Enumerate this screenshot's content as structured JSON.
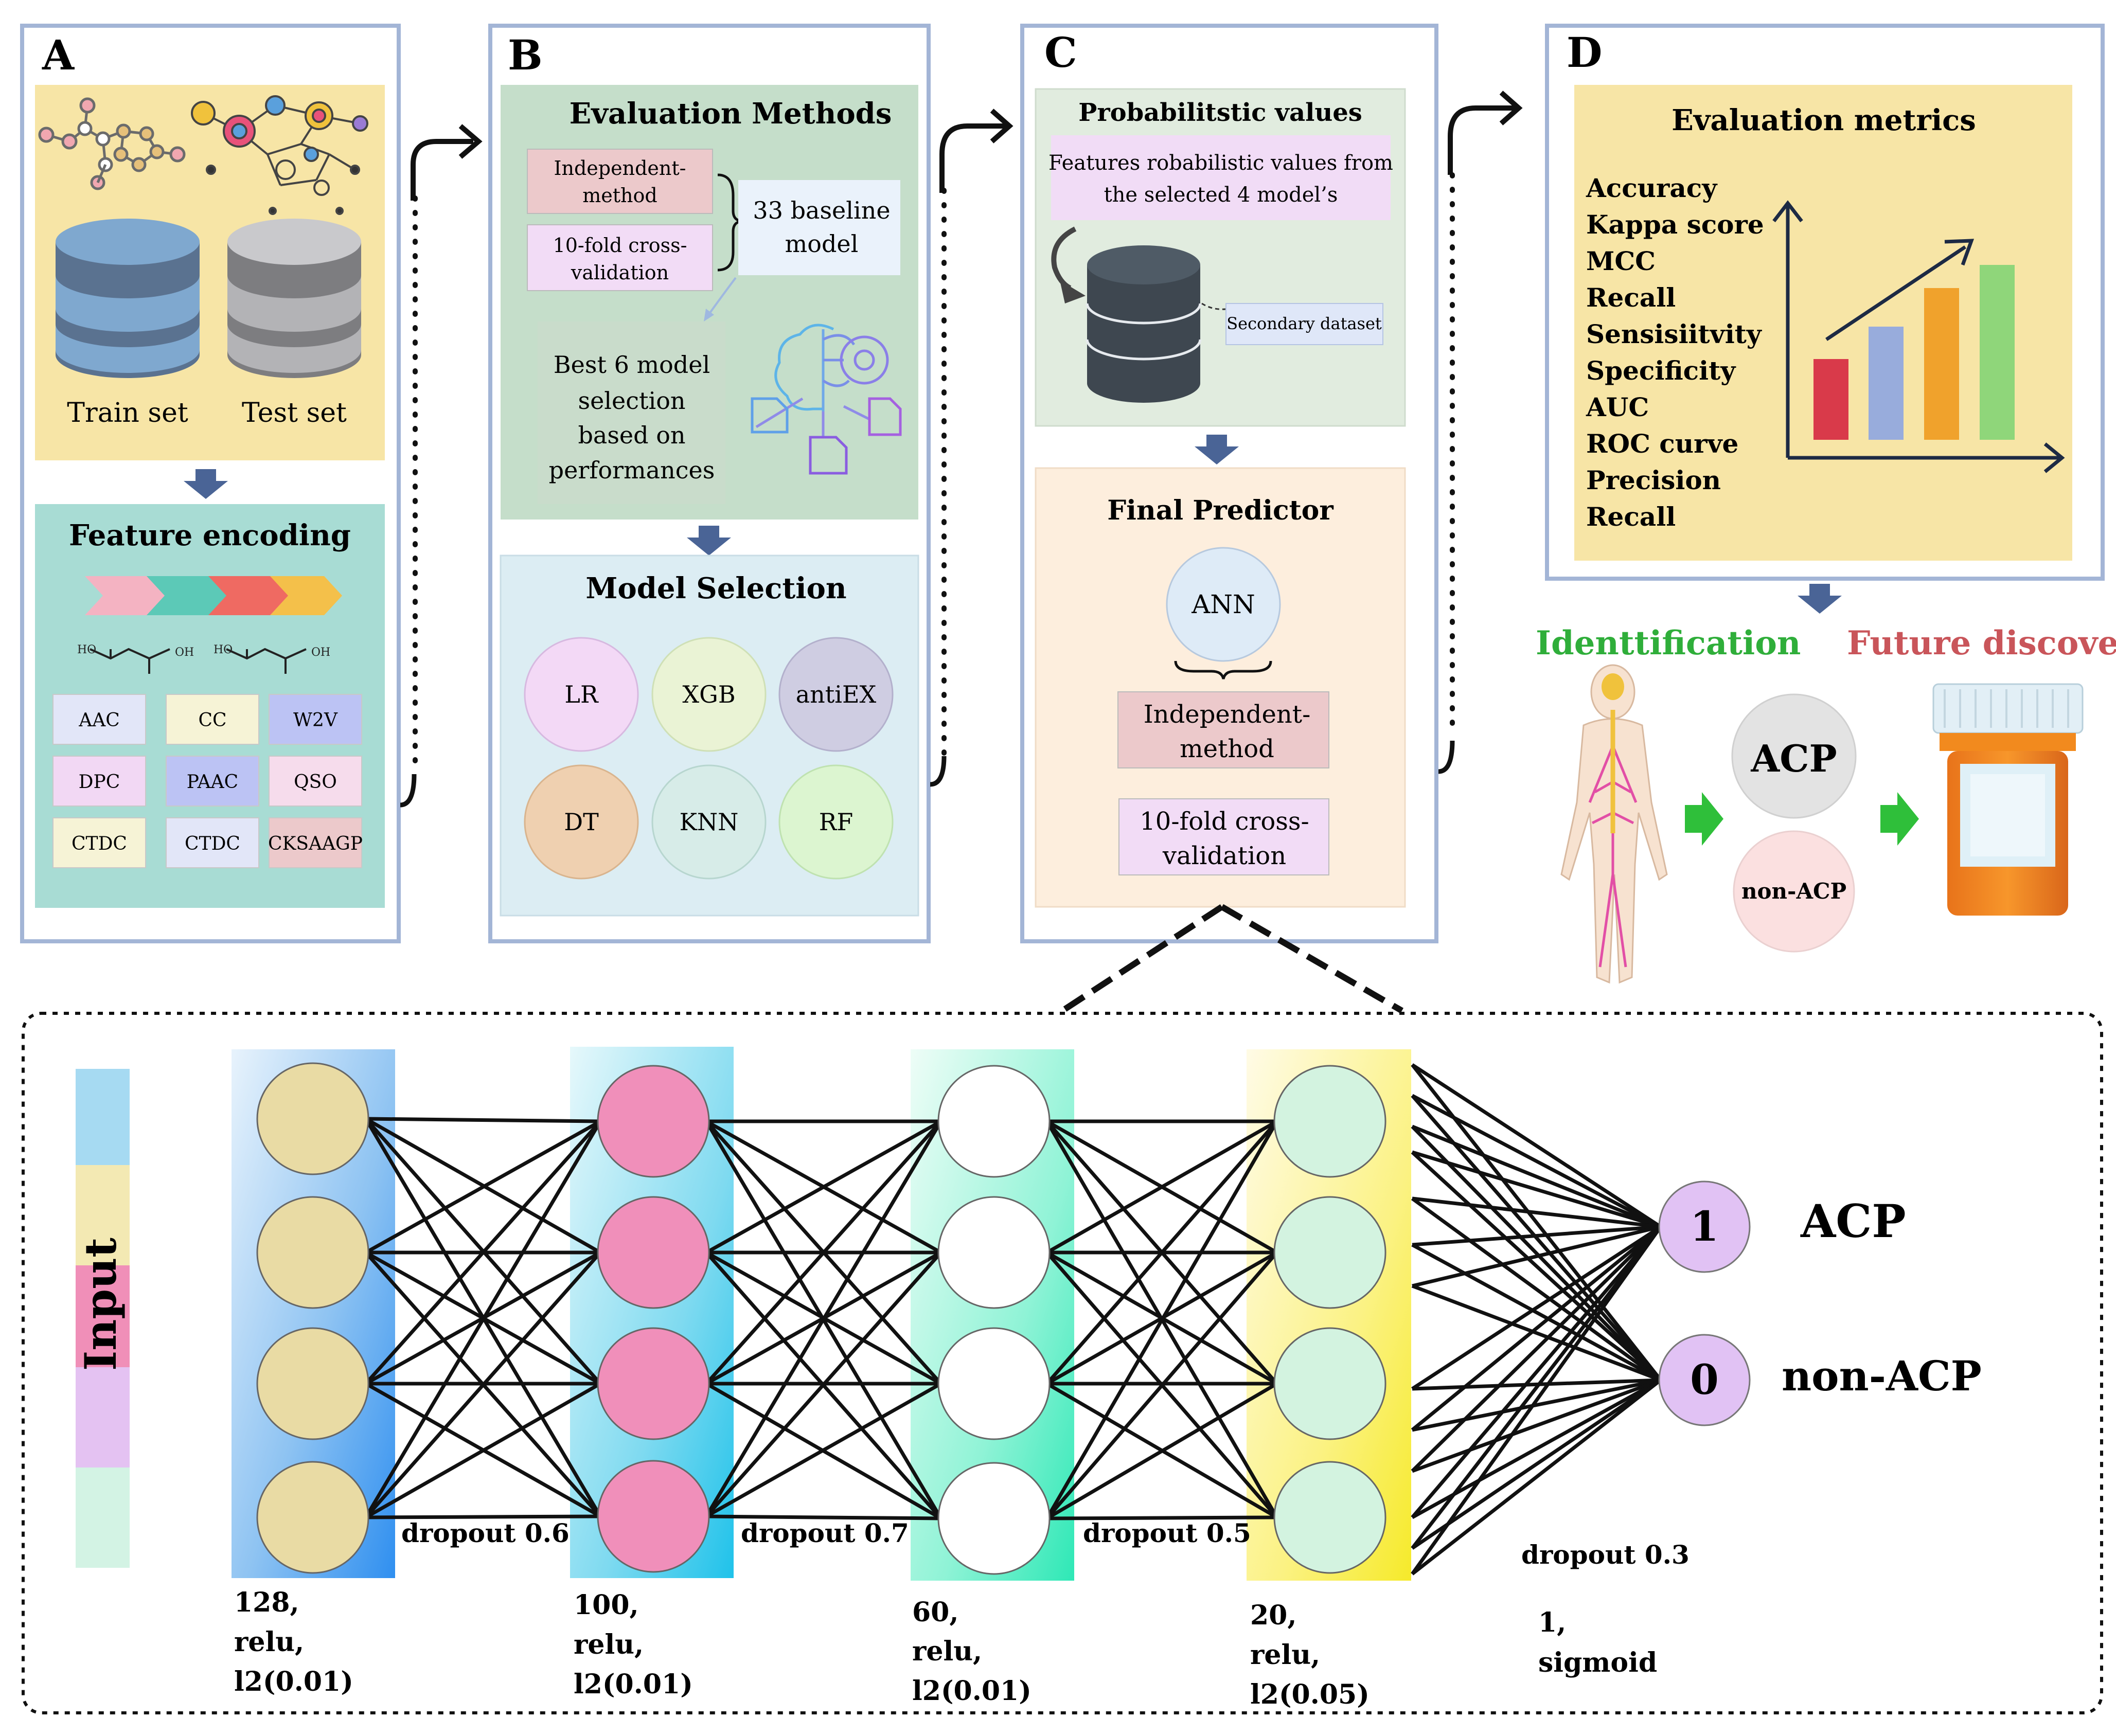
{
  "panel_a": {
    "letter": "A",
    "train_label": "Train set",
    "test_label": "Test set",
    "feature_title": "Feature encoding",
    "features": [
      "AAC",
      "CC",
      "W2V",
      "DPC",
      "PAAC",
      "QSO",
      "CTDC",
      "CTDC",
      "CKSAAGP"
    ]
  },
  "panel_b": {
    "letter": "B",
    "eval_title": "Evaluation Methods",
    "method_1": [
      "Independent-",
      "method"
    ],
    "method_2": [
      "10-fold cross-",
      "validation"
    ],
    "baseline": [
      "33 baseline",
      "model"
    ],
    "best": [
      "Best 6 model",
      "selection",
      "based on",
      "performances"
    ],
    "selection_title": "Model Selection",
    "models": [
      "LR",
      "XGB",
      "antiEX",
      "DT",
      "KNN",
      "RF"
    ]
  },
  "panel_c": {
    "letter": "C",
    "prob_title": "Probabilitstic values",
    "prob_text": [
      "Features robabilistic values from",
      "the selected 4 model’s"
    ],
    "secondary": "Secondary dataset",
    "final_title": "Final Predictor",
    "ann": "ANN",
    "method_1": [
      "Independent-",
      "method"
    ],
    "method_2": [
      "10-fold cross-",
      "validation"
    ]
  },
  "panel_d": {
    "letter": "D",
    "metrics_title": "Evaluation metrics",
    "metrics": [
      "Accuracy",
      "Kappa score",
      "MCC",
      "Recall",
      "Sensisiitvity",
      "Specificity",
      "AUC",
      "ROC curve",
      "Precision",
      "Recall"
    ],
    "identification": "Identtification",
    "future": "Future discover",
    "acp": "ACP",
    "non_acp": "non-ACP"
  },
  "network": {
    "input_label": "Input",
    "layers": [
      {
        "units": "128,",
        "activation": "relu,",
        "reg": "l2(0.01)",
        "dropout": "dropout 0.6"
      },
      {
        "units": "100,",
        "activation": "relu,",
        "reg": "l2(0.01)",
        "dropout": "dropout 0.7"
      },
      {
        "units": "60,",
        "activation": "relu,",
        "reg": "l2(0.01)",
        "dropout": "dropout 0.5"
      },
      {
        "units": "20,",
        "activation": "relu,",
        "reg": "l2(0.05)",
        "dropout": "dropout 0.3"
      }
    ],
    "output_units": "1,",
    "output_activation": "sigmoid",
    "output_1": "1",
    "output_0": "0",
    "output_1_label": "ACP",
    "output_0_label": "non-ACP"
  },
  "colors": {
    "panel_border": "#a3b5d6",
    "flow_arrow": "#4a6496",
    "green_arrow": "#2fbf3a",
    "identification": "#2fae3a",
    "future": "#c9555a"
  }
}
